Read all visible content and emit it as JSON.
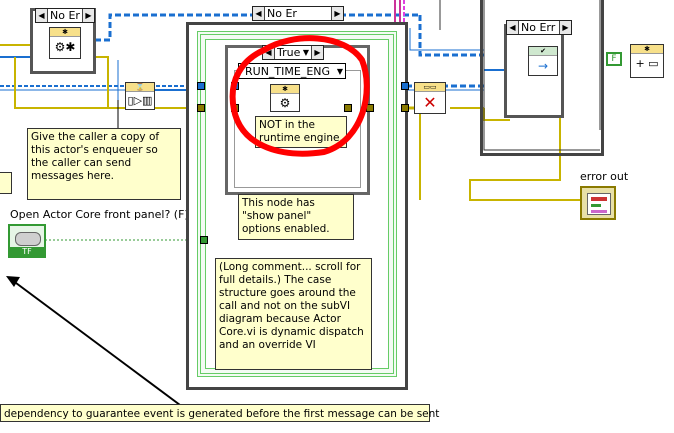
{
  "case_structures": {
    "top_left": {
      "selector": "No Er"
    },
    "middle": {
      "selector": "No Er"
    },
    "inner": {
      "selector": "True"
    },
    "right": {
      "selector": "No Err"
    }
  },
  "nodes": {
    "runtime_property": "RUN_TIME_ENG",
    "error_out_label": "error out",
    "open_core_label": "Open Actor Core front panel? (F)",
    "bool_constant": "TF",
    "enum_constant": "F"
  },
  "comments": {
    "enqueuer_note": "Give the caller a copy of this actor's enqueuer so the caller can send messages here.",
    "not_runtime_note": "NOT in the runtime engine.",
    "show_panel_note": "This node  has \"show panel\" options enabled.",
    "long_comment": "(Long comment... scroll for full details.) The case structure goes around the call and not on the subVI diagram because Actor Core.vi is dynamic dispatch and an override VI",
    "dependency_note": "dependency to guarantee event is generated before the first message can be sent"
  },
  "colors": {
    "error_wire": "#c8b400",
    "class_wire": "#1a6fd0",
    "green_frame": "#66cc66",
    "pink_wire": "#e040e0",
    "highlight_circle": "#ff0000"
  },
  "icons": [
    "actor-core-icon",
    "enqueuer-icon",
    "merge-errors-icon",
    "error-cluster-icon",
    "boolean-control-icon",
    "send-message-icon"
  ]
}
